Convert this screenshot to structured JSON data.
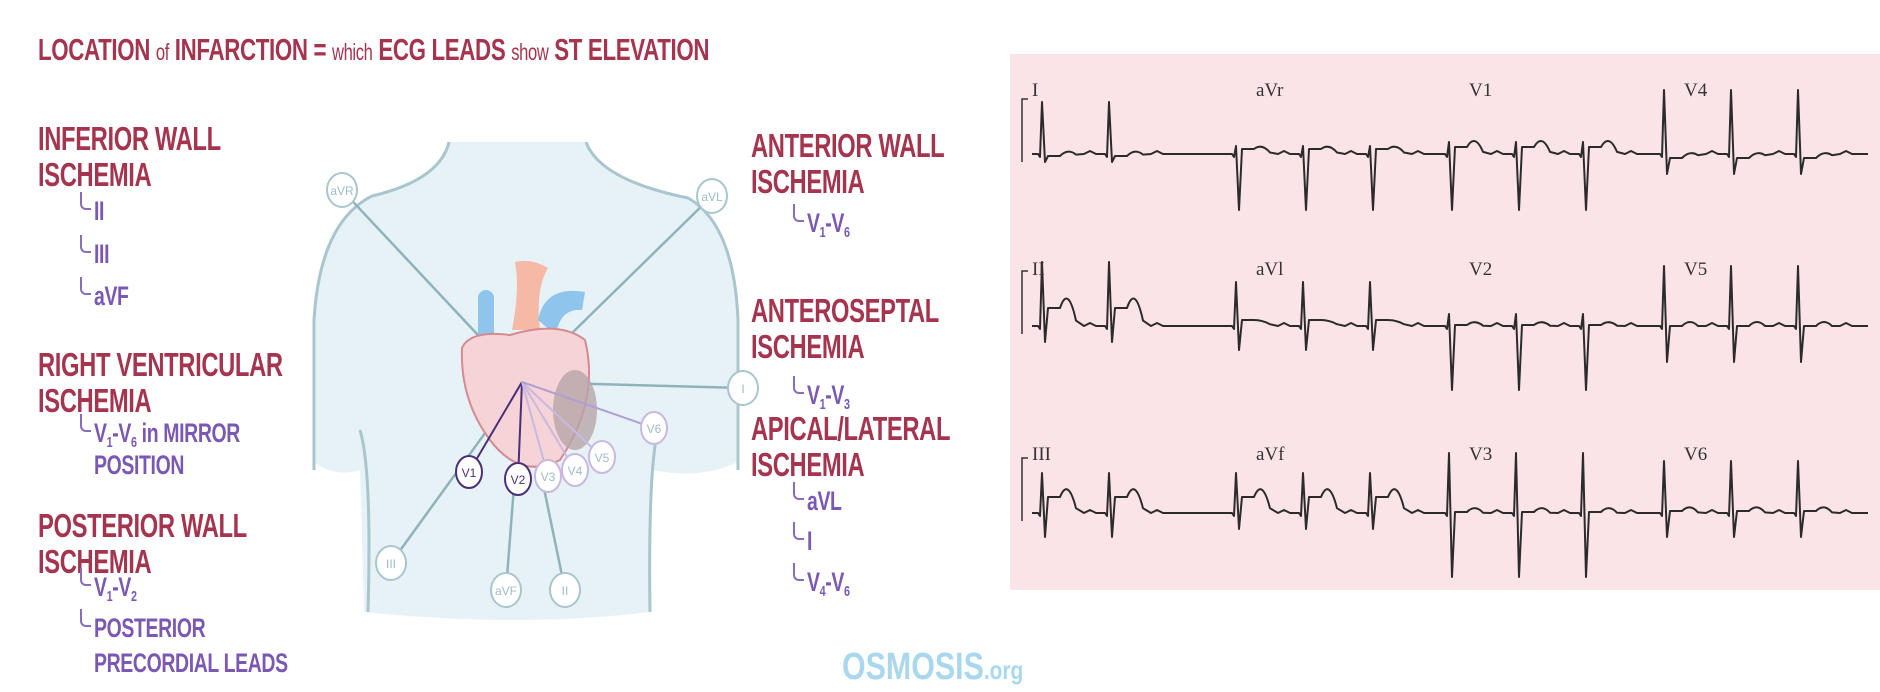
{
  "title": {
    "part1": "LOCATION",
    "part2": "of",
    "part3": "INFARCTION =",
    "part4": "which",
    "part5": "ECG LEADS",
    "part6": "show",
    "part7": "ST ELEVATION"
  },
  "sections_left": [
    {
      "heading": [
        "INFERIOR WALL",
        "ISCHEMIA"
      ],
      "items": [
        [
          {
            "t": "II"
          }
        ],
        [
          {
            "t": "III"
          }
        ],
        [
          {
            "t": "aVF"
          }
        ]
      ]
    },
    {
      "heading": [
        "RIGHT VENTRICULAR",
        "ISCHEMIA"
      ],
      "items": [
        [
          {
            "t": "V"
          },
          {
            "t": "1",
            "sub": true
          },
          {
            "t": "-V"
          },
          {
            "t": "6",
            "sub": true
          },
          {
            "t": " in MIRROR"
          }
        ],
        [
          {
            "t": "POSITION",
            "cont": true
          }
        ]
      ]
    },
    {
      "heading": [
        "POSTERIOR WALL",
        "ISCHEMIA"
      ],
      "items": [
        [
          {
            "t": "V"
          },
          {
            "t": "1",
            "sub": true
          },
          {
            "t": "-V"
          },
          {
            "t": "2",
            "sub": true
          }
        ],
        [
          {
            "t": "POSTERIOR"
          }
        ],
        [
          {
            "t": "PRECORDIAL LEADS",
            "cont": true
          }
        ]
      ]
    }
  ],
  "sections_right": [
    {
      "heading": [
        "ANTERIOR WALL",
        "ISCHEMIA"
      ],
      "items": [
        [
          {
            "t": "V"
          },
          {
            "t": "1",
            "sub": true
          },
          {
            "t": "-V"
          },
          {
            "t": "6",
            "sub": true
          }
        ]
      ]
    },
    {
      "heading": [
        "ANTEROSEPTAL",
        "ISCHEMIA"
      ],
      "items": [
        [
          {
            "t": "V"
          },
          {
            "t": "1",
            "sub": true
          },
          {
            "t": "-V"
          },
          {
            "t": "3",
            "sub": true
          }
        ]
      ]
    },
    {
      "heading": [
        "APICAL/LATERAL",
        "ISCHEMIA"
      ],
      "items": [
        [
          {
            "t": "aVL"
          }
        ],
        [
          {
            "t": "I"
          }
        ],
        [
          {
            "t": "V"
          },
          {
            "t": "4",
            "sub": true
          },
          {
            "t": "-V"
          },
          {
            "t": "6",
            "sub": true
          }
        ]
      ]
    }
  ],
  "electrodes": {
    "avr": "aVR",
    "avl": "aVL",
    "i": "I",
    "iii": "III",
    "avf": "aVF",
    "ii": "II",
    "v1": "V1",
    "v2": "V2",
    "v3": "V3",
    "v4": "V4",
    "v5": "V5",
    "v6": "V6"
  },
  "logo": {
    "name": "OSMOSIS",
    ".org": ".org",
    "suffix": ".org"
  },
  "ecg": {
    "rows": [
      [
        {
          "label": "I",
          "r": 1.3,
          "s": 0.2,
          "st": -0.1,
          "t": 0.2
        },
        {
          "label": "aVr",
          "r": 0.2,
          "s": 1.4,
          "st": 0.25,
          "t": 0.15
        },
        {
          "label": "V1",
          "r": 0.3,
          "s": 1.4,
          "st": 0.35,
          "t": 0.35
        },
        {
          "label": "V4",
          "r": 1.6,
          "s": 0.5,
          "st": -0.2,
          "t": 0.2
        }
      ],
      [
        {
          "label": "II",
          "r": 1.6,
          "s": 0.4,
          "st": 0.9,
          "t": 0.6
        },
        {
          "label": "aVl",
          "r": 1.1,
          "s": 0.6,
          "st": 0.3,
          "t": 0.0
        },
        {
          "label": "V2",
          "r": 0.3,
          "s": 1.6,
          "st": 0.05,
          "t": 0.15
        },
        {
          "label": "V5",
          "r": 1.5,
          "s": 0.9,
          "st": 0.0,
          "t": 0.2
        }
      ],
      [
        {
          "label": "III",
          "r": 1.0,
          "s": 0.6,
          "st": 0.8,
          "t": 0.5
        },
        {
          "label": "aVf",
          "r": 1.0,
          "s": 0.4,
          "st": 0.8,
          "t": 0.5
        },
        {
          "label": "V3",
          "r": 1.5,
          "s": 1.6,
          "st": 0.05,
          "t": 0.2
        },
        {
          "label": "V6",
          "r": 1.3,
          "s": 0.6,
          "st": 0.1,
          "t": 0.2
        }
      ]
    ]
  },
  "colors": {
    "heading": "#a5354f",
    "item": "#7a58b3",
    "ecg_bg": "#fbe4e8",
    "torso": "#e7f2f7",
    "torso_line": "#a9c5cd"
  }
}
